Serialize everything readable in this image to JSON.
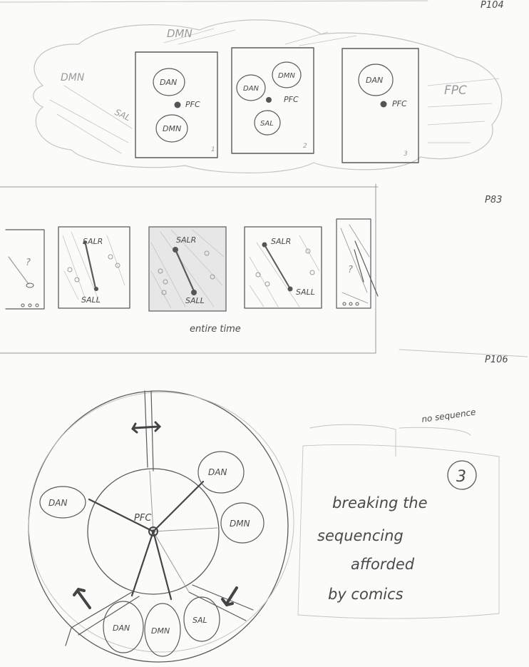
{
  "pages": {
    "top": "P104",
    "middle": "P83",
    "bottom": "P106"
  },
  "top_sketch": {
    "background_labels": {
      "dmn_top": "DMN",
      "dmn_left": "DMN",
      "sal_left": "SAL",
      "fpc_right": "FPC"
    },
    "panel1": {
      "node_a": "DAN",
      "hub": "PFC",
      "node_b": "DMN",
      "number": "1"
    },
    "panel2": {
      "node_a": "DAN",
      "node_b": "DMN",
      "hub": "PFC",
      "node_c": "SAL",
      "number": "2"
    },
    "panel3": {
      "node_a": "DAN",
      "hub": "PFC",
      "number": "3"
    }
  },
  "middle_sketch": {
    "panel_left_partial": {
      "mark": "?"
    },
    "panel_a": {
      "top": "SALR",
      "bottom": "SALL"
    },
    "panel_b": {
      "top": "SALR",
      "bottom": "SALL"
    },
    "panel_c": {
      "top": "SALR",
      "bottom": "SALL"
    },
    "panel_right_partial": {
      "mark": "?"
    },
    "caption": "entire time"
  },
  "bottom_sketch": {
    "hub": "PFC",
    "nodes": {
      "left": "DAN",
      "upper_right": "DAN",
      "right": "DMN",
      "bottom_left": "DAN",
      "bottom_mid": "DMN",
      "bottom_right": "SAL"
    },
    "annotation": "no sequence",
    "circled_number": "3",
    "note_lines": [
      "breaking the",
      "sequencing",
      "afforded",
      "by comics"
    ]
  }
}
